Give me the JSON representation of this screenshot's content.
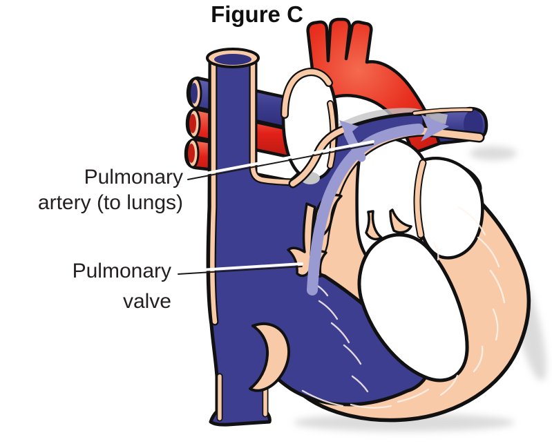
{
  "figure": {
    "title": "Figure C"
  },
  "labels": {
    "pulmonary_artery": {
      "line1": "Pulmonary",
      "line2": "artery (to lungs)"
    },
    "pulmonary_valve": {
      "line1": "Pulmonary",
      "line2": "valve"
    }
  },
  "colors": {
    "oxygen_poor_blue": "#3e3e90",
    "dark_blue_tube_end": "#30307e",
    "oxygen_rich_red": "#e32119",
    "tissue_peach": "#f8caa8",
    "chamber_white": "#ffffff",
    "flow_arrow_purple": "#9a9ad2",
    "outline_black": "#111111",
    "label_text": "#231f20",
    "shadow_gray": "#c9c9c9"
  },
  "structures": [
    "aorta",
    "aortic-arch-branches",
    "superior-vena-cava",
    "inferior-vena-cava",
    "right-pulmonary-artery",
    "left-pulmonary-artery",
    "pulmonary-trunk",
    "pulmonary-valve",
    "pulmonary-veins",
    "right-atrium",
    "right-ventricle",
    "left-atrium",
    "left-ventricle",
    "blood-flow-arrow"
  ]
}
